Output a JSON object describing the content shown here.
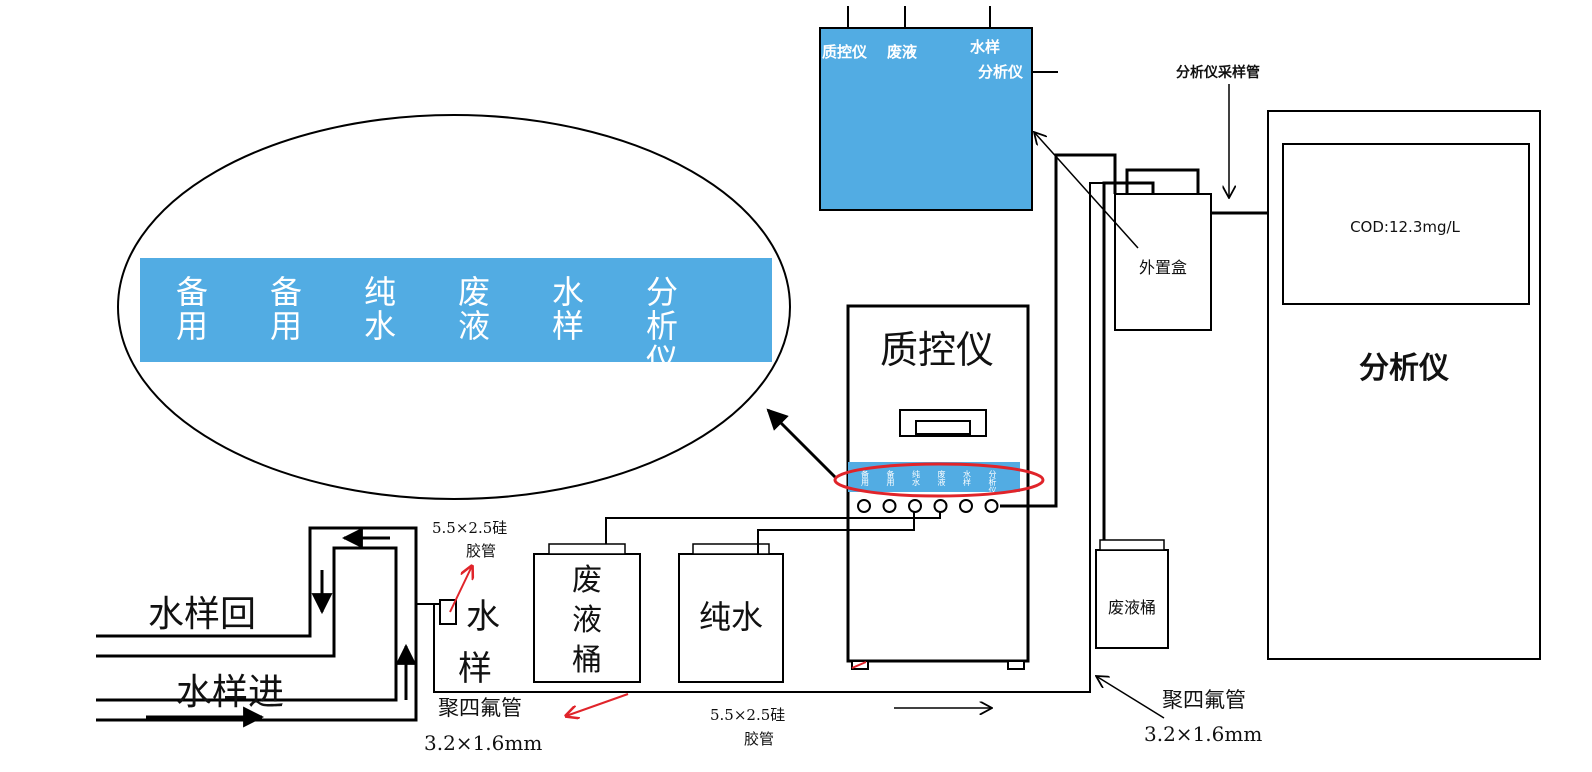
{
  "colors": {
    "panel_blue": "#52ace3",
    "highlight_red": "#e0242a",
    "line": "#000000"
  },
  "qc_box": {
    "label_quality": "质控仪",
    "label_waste": "废液",
    "label_sample_line1": "水样",
    "label_sample_line2": "分析仪"
  },
  "zoom_panel": {
    "labels": [
      [
        "备",
        "用"
      ],
      [
        "备",
        "用"
      ],
      [
        "纯",
        "水"
      ],
      [
        "废",
        "液"
      ],
      [
        "水",
        "样"
      ],
      [
        "分",
        "析",
        "仪"
      ]
    ]
  },
  "qc_instrument": {
    "title": "质控仪",
    "ports": [
      [
        "备",
        "用"
      ],
      [
        "备",
        "用"
      ],
      [
        "纯",
        "水"
      ],
      [
        "废",
        "液"
      ],
      [
        "水",
        "样"
      ],
      [
        "分",
        "析",
        "仪"
      ]
    ]
  },
  "analyzer": {
    "title": "分析仪",
    "reading": "COD:12.3mg/L",
    "sampling_tube_label": "分析仪采样管"
  },
  "external_box": {
    "label": "外置盒"
  },
  "waste_bucket_right": {
    "label": "废液桶"
  },
  "waste_bucket_left": {
    "label_chars": [
      "废",
      "液",
      "桶"
    ]
  },
  "pure_water": {
    "label": "纯水"
  },
  "water_sample": {
    "label_chars": [
      "水",
      "样"
    ]
  },
  "labels": {
    "sample_return": "水样回",
    "sample_in": "水样进",
    "silicone_tube_top_line1": "5.5×2.5硅",
    "silicone_tube_top_line2": "胶管",
    "silicone_tube_bottom_line1": "5.5×2.5硅",
    "silicone_tube_bottom_line2": "胶管",
    "ptfe_left_line1": "聚四氟管",
    "ptfe_left_line2": "3.2×1.6mm",
    "ptfe_right_line1": "聚四氟管",
    "ptfe_right_line2": "3.2×1.6mm"
  }
}
